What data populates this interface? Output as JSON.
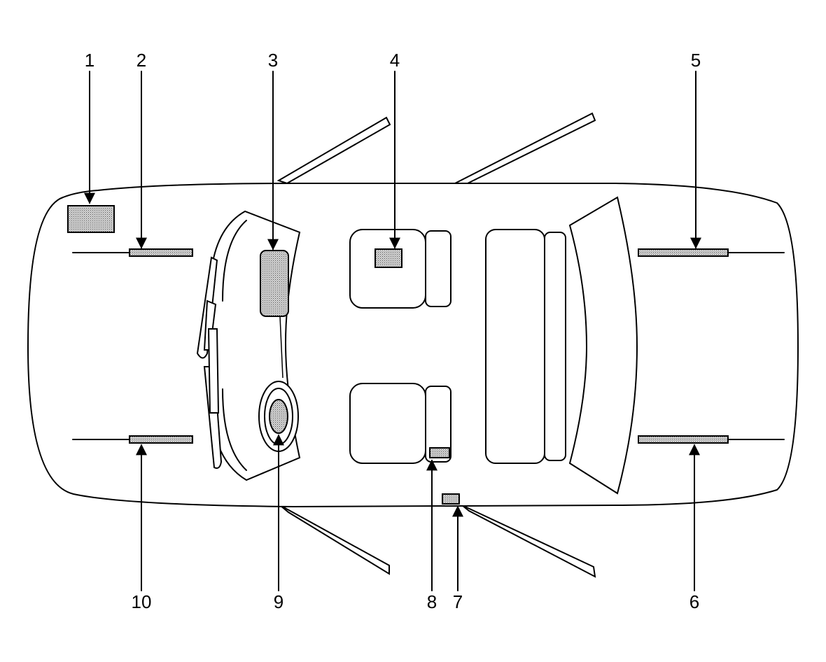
{
  "callouts": {
    "c1": "1",
    "c2": "2",
    "c3": "3",
    "c4": "4",
    "c5": "5",
    "c6": "6",
    "c7": "7",
    "c8": "8",
    "c9": "9",
    "c10": "10"
  },
  "colors": {
    "line": "#000000",
    "fill_stipple": "#b8b8b8",
    "background": "#ffffff"
  }
}
